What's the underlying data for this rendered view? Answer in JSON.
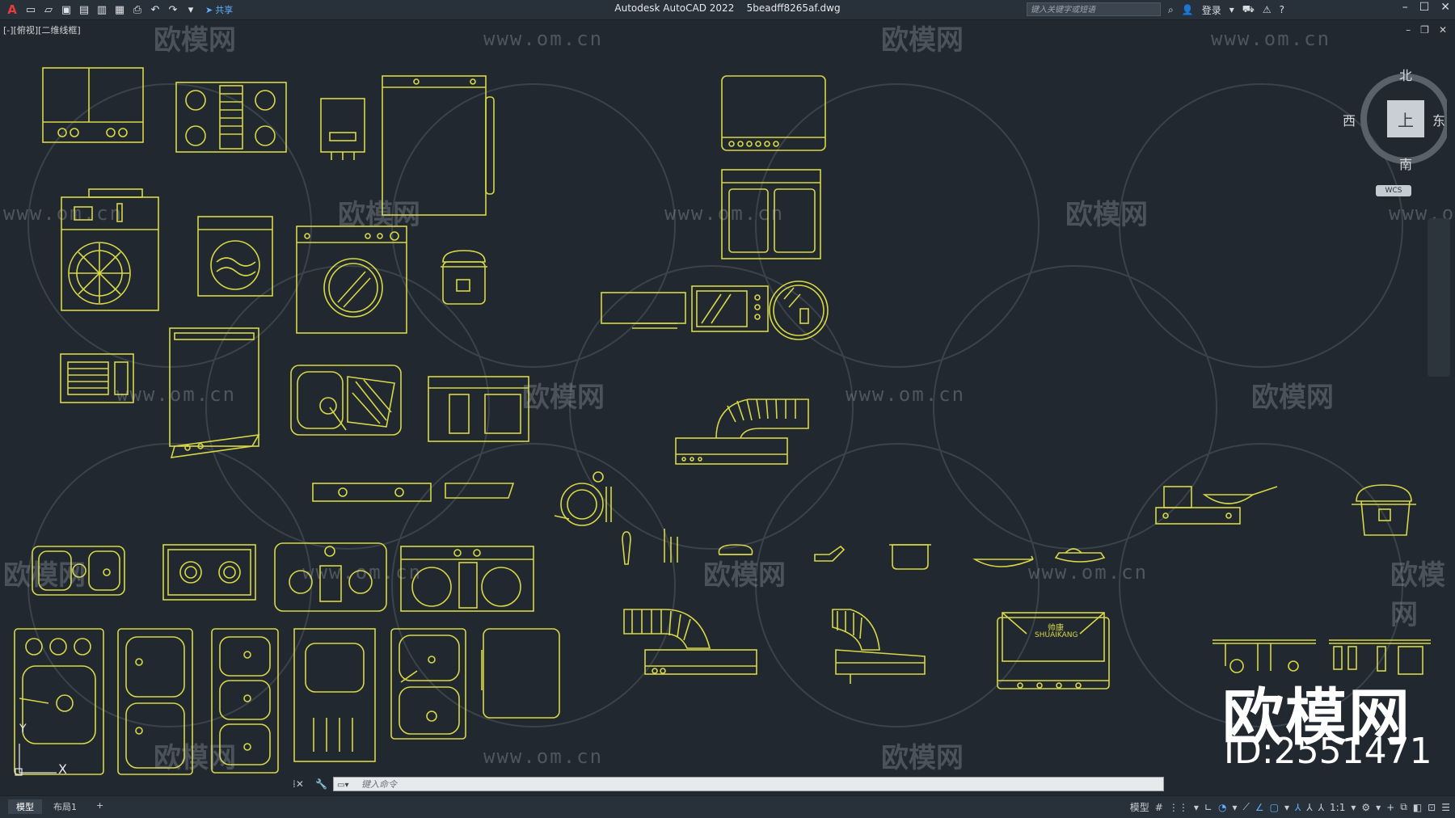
{
  "title": {
    "app": "Autodesk AutoCAD 2022",
    "file": "5beadff8265af.dwg"
  },
  "toolbar": {
    "logo": "A",
    "share_label": "共享"
  },
  "search": {
    "placeholder": "键入关键字或短语"
  },
  "account": {
    "login_label": "登录"
  },
  "viewport": {
    "label": "[-][俯视][二维线框]"
  },
  "viewcube": {
    "north": "北",
    "south": "南",
    "east": "东",
    "west": "西",
    "face": "上",
    "wcs": "WCS"
  },
  "watermark": {
    "url": "www.om.cn",
    "brand": "欧模网"
  },
  "overlay": {
    "brand": "欧模网",
    "id": "ID:2551471"
  },
  "drawing_text": {
    "brand_label_cn": "帅康",
    "brand_label_en": "SHUAIKANG"
  },
  "ucs": {
    "x": "X",
    "y": "Y"
  },
  "command": {
    "placeholder": "键入命令"
  },
  "layout_tabs": [
    {
      "label": "模型"
    },
    {
      "label": "布局1"
    },
    {
      "label": "+"
    }
  ],
  "status": {
    "model_label": "模型",
    "scale": "1:1"
  },
  "colors": {
    "background": "#212830",
    "linework": "#d8d845",
    "chrome": "#283039"
  }
}
